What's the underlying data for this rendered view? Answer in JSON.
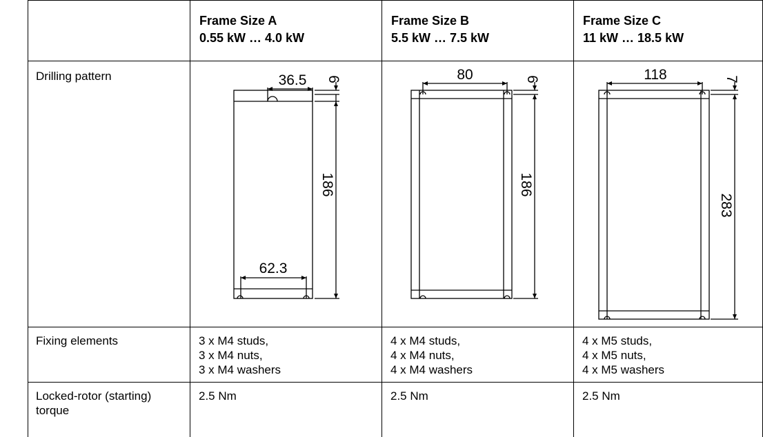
{
  "header": {
    "col_a": {
      "title": "Frame Size A",
      "power": "0.55 kW … 4.0 kW"
    },
    "col_b": {
      "title": "Frame Size B",
      "power": "5.5 kW … 7.5 kW"
    },
    "col_c": {
      "title": "Frame Size C",
      "power": "11 kW … 18.5 kW"
    }
  },
  "rows": {
    "drilling": {
      "label": "Drilling pattern",
      "a": {
        "width_top": "36.5",
        "offset": "6",
        "height": "186",
        "width_bottom": "62.3"
      },
      "b": {
        "width_top": "80",
        "offset": "6",
        "height": "186"
      },
      "c": {
        "width_top": "118",
        "offset": "7",
        "height": "283"
      }
    },
    "fixing": {
      "label": "Fixing elements",
      "a": [
        "3 x M4 studs,",
        "3 x M4 nuts,",
        "3 x M4 washers"
      ],
      "b": [
        "4 x M4 studs,",
        "4 x M4 nuts,",
        "4 x M4 washers"
      ],
      "c": [
        "4 x M5 studs,",
        "4 x M5 nuts,",
        "4 x M5 washers"
      ]
    },
    "torque": {
      "label_line1": "Locked-rotor (starting)",
      "label_line2": "torque",
      "a": "2.5 Nm",
      "b": "2.5 Nm",
      "c": "2.5 Nm"
    }
  }
}
